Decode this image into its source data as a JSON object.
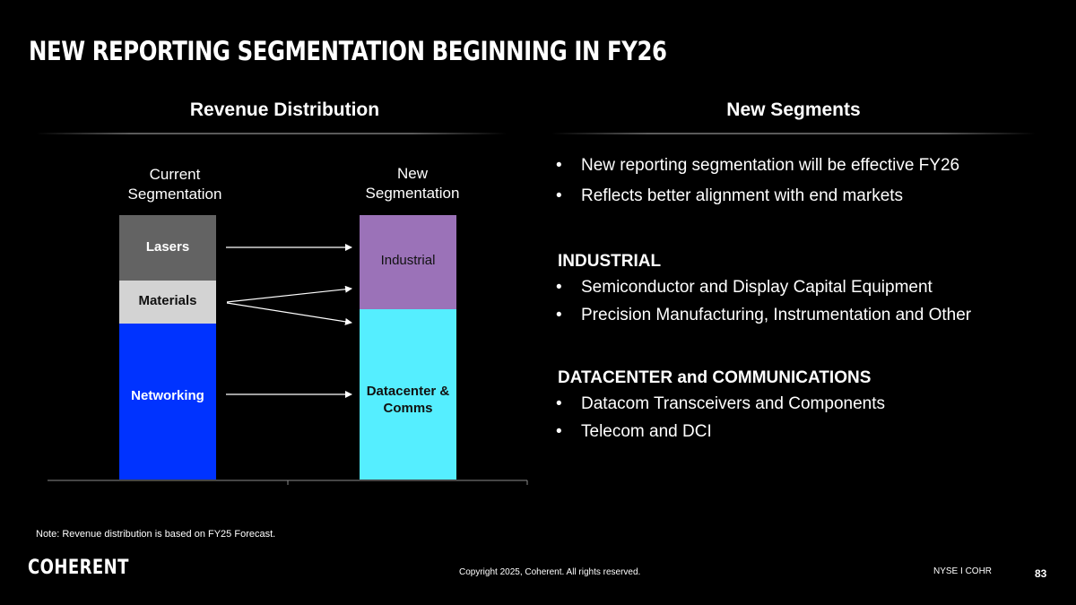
{
  "slide": {
    "title": "NEW REPORTING SEGMENTATION BEGINNING IN FY26",
    "page_number": "83"
  },
  "left": {
    "heading": "Revenue Distribution",
    "current_label": "Current\nSegmentation",
    "new_label": "New\nSegmentation",
    "current_segments": [
      {
        "label": "Lasers",
        "color": "#636363"
      },
      {
        "label": "Materials",
        "color": "#d3d3d3"
      },
      {
        "label": "Networking",
        "color": "#0033ff"
      }
    ],
    "new_segments": [
      {
        "label": "Industrial",
        "color": "#9b72b8"
      },
      {
        "label": "Datacenter &\nComms",
        "color": "#55eeff"
      }
    ]
  },
  "right": {
    "heading": "New Segments",
    "intro_bullets": [
      "New reporting segmentation will be effective FY26",
      "Reflects better alignment with end markets"
    ],
    "groups": [
      {
        "heading": "INDUSTRIAL",
        "bullets": [
          "Semiconductor and Display Capital Equipment",
          "Precision Manufacturing, Instrumentation and Other"
        ]
      },
      {
        "heading": "DATACENTER and COMMUNICATIONS",
        "bullets": [
          "Datacom Transceivers and Components",
          "Telecom and DCI"
        ]
      }
    ]
  },
  "footer": {
    "note": "Note: Revenue distribution is based on FY25 Forecast.",
    "logo": "COHERENT",
    "copyright": "Copyright 2025, Coherent. All rights reserved.",
    "ticker": "NYSE I COHR"
  }
}
